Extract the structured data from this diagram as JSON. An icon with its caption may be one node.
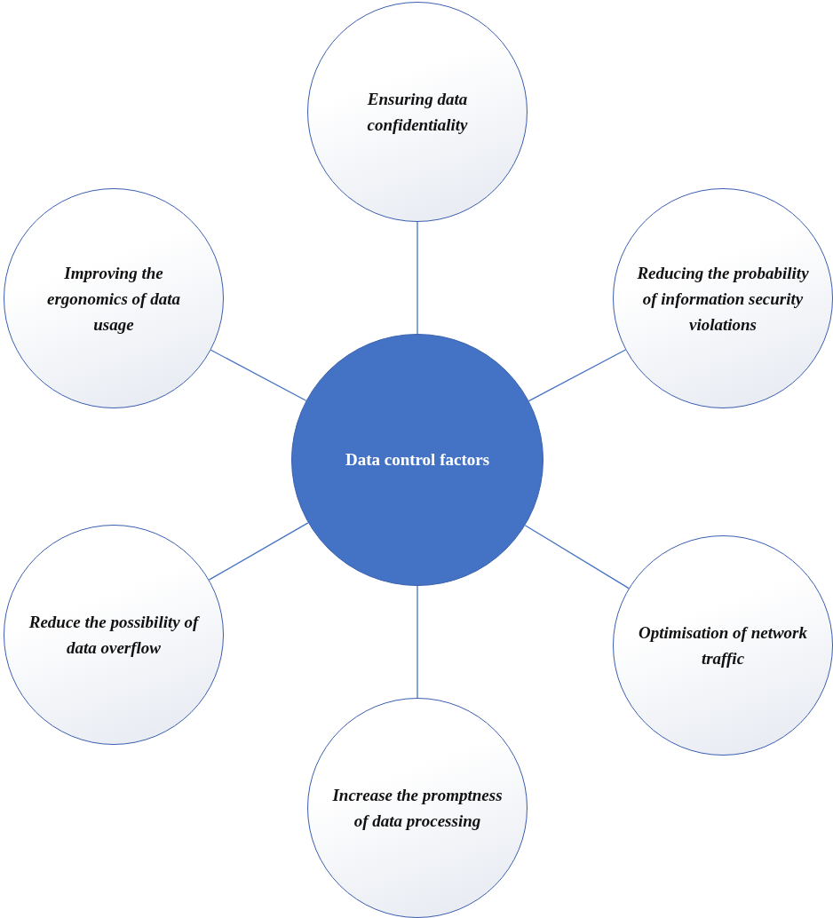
{
  "diagram": {
    "nodes": [
      {
        "text": [
          "Data control factors"
        ]
      },
      {
        "text": [
          "Ensuring data confidentiality"
        ]
      },
      {
        "text": [
          "Reducing the probability of information security violations"
        ]
      },
      {
        "text": [
          "Optimisation of network traffic"
        ]
      },
      {
        "text": [
          "Increase the promptness of data processing"
        ]
      },
      {
        "text": [
          "Reduce the possibility of data overflow"
        ]
      },
      {
        "text": [
          "Improving the ergonomics of data usage"
        ]
      }
    ],
    "edges": [
      {
        "from": 0,
        "to": 1,
        "arrow": "none"
      },
      {
        "from": 0,
        "to": 2,
        "arrow": "none"
      },
      {
        "from": 0,
        "to": 3,
        "arrow": "none"
      },
      {
        "from": 0,
        "to": 4,
        "arrow": "none"
      },
      {
        "from": 0,
        "to": 5,
        "arrow": "none"
      },
      {
        "from": 0,
        "to": 6,
        "arrow": "none"
      }
    ]
  }
}
